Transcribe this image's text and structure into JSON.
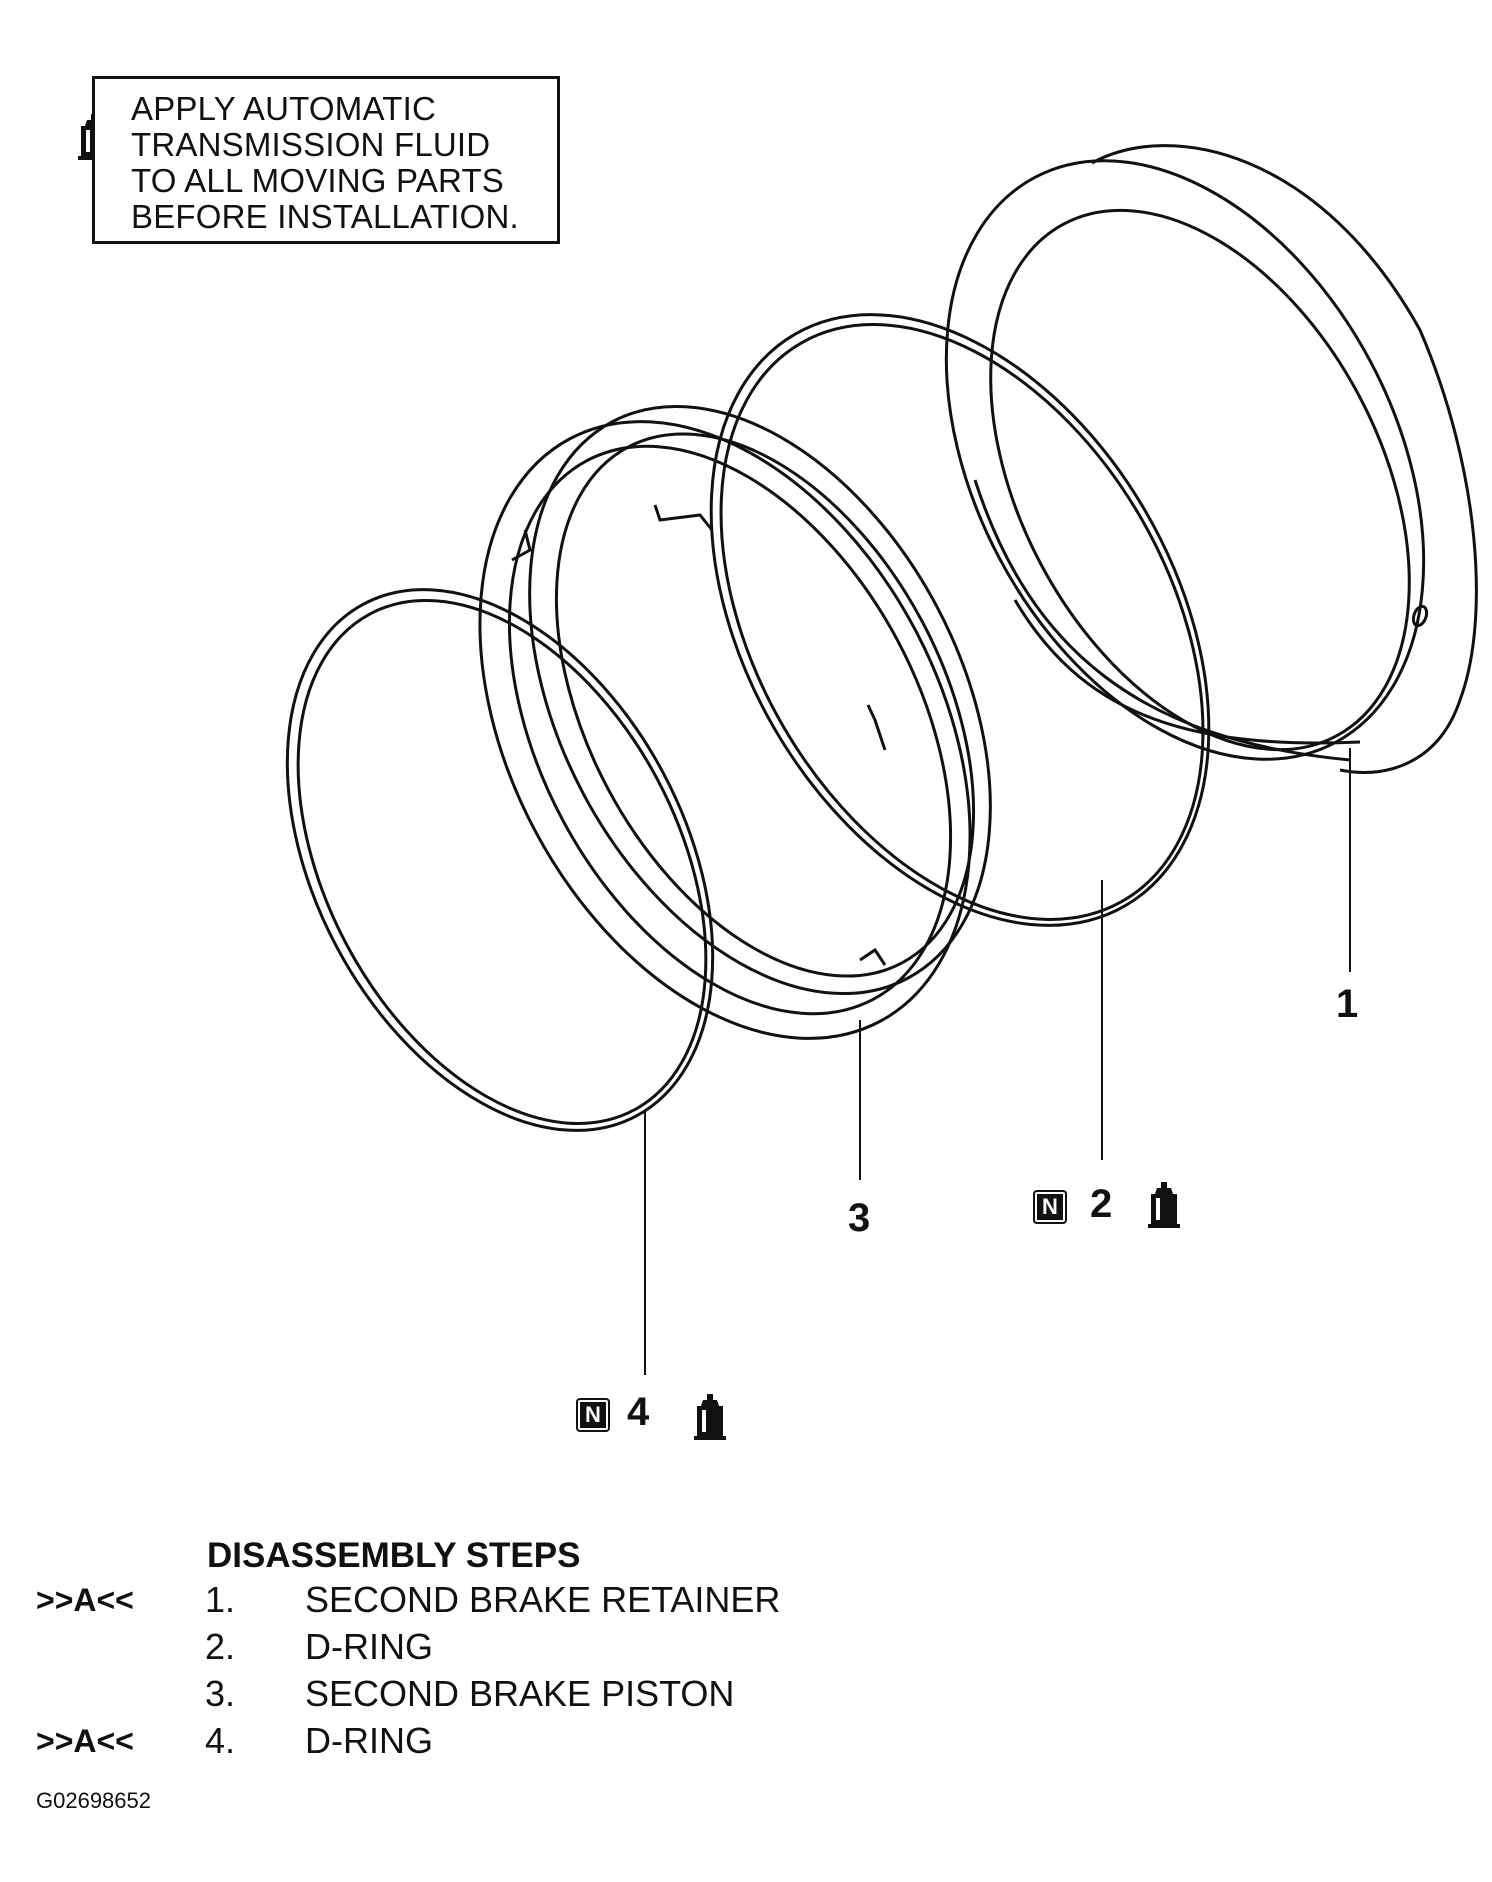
{
  "note": {
    "lines": [
      "APPLY AUTOMATIC",
      "TRANSMISSION FLUID",
      "TO ALL MOVING PARTS",
      "BEFORE INSTALLATION."
    ],
    "icon": "fluid-bottle-icon"
  },
  "callouts": {
    "part1": "1",
    "part2": "2",
    "part3": "3",
    "part4": "4",
    "n_badge": "N"
  },
  "steps": {
    "heading": "DISASSEMBLY STEPS",
    "items": [
      {
        "mark": ">>A<<",
        "num": "1.",
        "name": "SECOND BRAKE RETAINER"
      },
      {
        "mark": "",
        "num": "2.",
        "name": "D-RING"
      },
      {
        "mark": "",
        "num": "3.",
        "name": "SECOND BRAKE PISTON"
      },
      {
        "mark": ">>A<<",
        "num": "4.",
        "name": "D-RING"
      }
    ]
  },
  "figure_id": "G02698652",
  "colors": {
    "ink": "#111111",
    "paper": "#ffffff"
  }
}
